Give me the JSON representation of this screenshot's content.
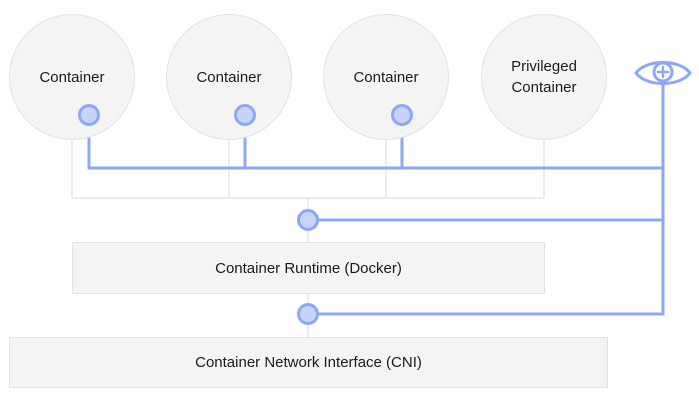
{
  "containers": [
    {
      "label": "Container"
    },
    {
      "label": "Container"
    },
    {
      "label": "Container"
    },
    {
      "label": "Privileged\nContainer"
    }
  ],
  "runtime": {
    "label": "Container Runtime (Docker)"
  },
  "cni": {
    "label": "Container Network Interface (CNI)"
  },
  "icons": {
    "monitor": "eye-plus-icon"
  },
  "colors": {
    "wire": "#8ca8f5",
    "node_fill": "#c7d3fb",
    "box_fill": "#f4f4f4",
    "gray_line": "#d9d9d9"
  }
}
